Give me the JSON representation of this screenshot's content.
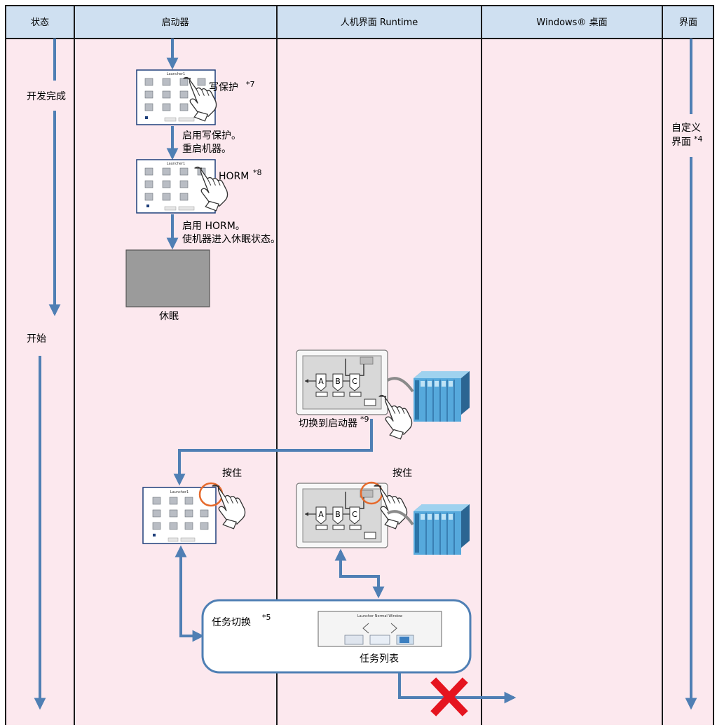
{
  "columns": [
    "状态",
    "启动器",
    "人机界面 Runtime",
    "Windows® 桌面",
    "界面"
  ],
  "state": {
    "dev_done": "开发完成",
    "start": "开始"
  },
  "launcher": {
    "write_protect": "写保护",
    "write_protect_note": "*7",
    "enable_wp_line1": "启用写保护。",
    "enable_wp_line2": "重启机器。",
    "horm": "HORM",
    "horm_note": "*8",
    "enable_horm_line1": "启用 HORM。",
    "enable_horm_line2": "使机器进入休眠状态。",
    "hibernate": "休眠",
    "press_hold": "按住",
    "launcher_title": "Launcher1"
  },
  "runtime": {
    "switch_to_launcher": "切换到启动器",
    "switch_note": "*9",
    "press_hold": "按住",
    "letters": [
      "A",
      "B",
      "C"
    ]
  },
  "task": {
    "switch_label": "任务切换",
    "switch_note": "*5",
    "list_label": "任务列表",
    "window_title": "Launcher Normal Window"
  },
  "screen": {
    "custom_line1": "自定义",
    "custom_line2": "界面",
    "custom_note": "*4"
  },
  "colors": {
    "header_bg": "#cfe0f1",
    "lane_bg": "#fce8ee",
    "arrow": "#4f7fb4",
    "cross": "#e5141f"
  }
}
